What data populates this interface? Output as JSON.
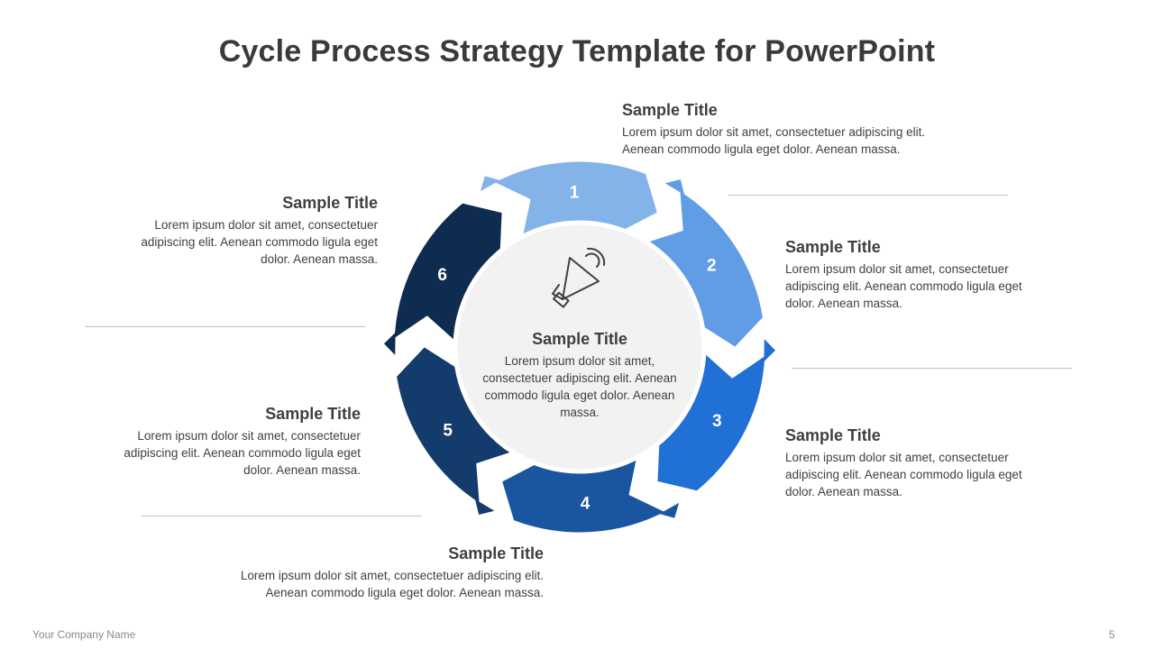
{
  "slide": {
    "title": "Cycle Process Strategy Template for PowerPoint",
    "footer_company": "Your Company  Name",
    "page_number": "5"
  },
  "center": {
    "icon": "megaphone-icon",
    "title": "Sample Title",
    "text": "Lorem ipsum dolor sit amet, consectetuer adipiscing elit. Aenean commodo  ligula eget dolor.  Aenean massa."
  },
  "segments": [
    {
      "number": "1",
      "color": "#84b3ea"
    },
    {
      "number": "2",
      "color": "#609de4"
    },
    {
      "number": "3",
      "color": "#2070d5"
    },
    {
      "number": "4",
      "color": "#1a56a0"
    },
    {
      "number": "5",
      "color": "#133b6c"
    },
    {
      "number": "6",
      "color": "#0e2b50"
    }
  ],
  "items": [
    {
      "title": "Sample Title",
      "line1": "Lorem ipsum dolor sit amet, consectetuer adipiscing elit.",
      "line2": "Aenean commodo  ligula eget dolor. Aenean massa."
    },
    {
      "title": "Sample Title",
      "line1": "Lorem ipsum dolor sit amet, consectetuer",
      "line2": "adipiscing elit. Aenean commodo  ligula eget",
      "line3": "dolor.  Aenean massa."
    },
    {
      "title": "Sample Title",
      "line1": "Lorem ipsum dolor sit amet, consectetuer",
      "line2": "adipiscing elit. Aenean commodo  ligula eget",
      "line3": "dolor.  Aenean massa."
    },
    {
      "title": "Sample Title",
      "line1": "Lorem ipsum dolor sit amet, consectetuer adipiscing elit.",
      "line2": "Aenean commodo  ligula eget dolor. Aenean massa."
    },
    {
      "title": "Sample Title",
      "line1": "Lorem ipsum dolor sit amet, consectetuer",
      "line2": "adipiscing elit. Aenean commodo  ligula eget",
      "line3": "dolor.  Aenean massa."
    },
    {
      "title": "Sample Title",
      "line1": "Lorem ipsum dolor sit amet, consectetuer",
      "line2": "adipiscing elit. Aenean commodo  ligula eget",
      "line3": "dolor.  Aenean massa."
    }
  ]
}
